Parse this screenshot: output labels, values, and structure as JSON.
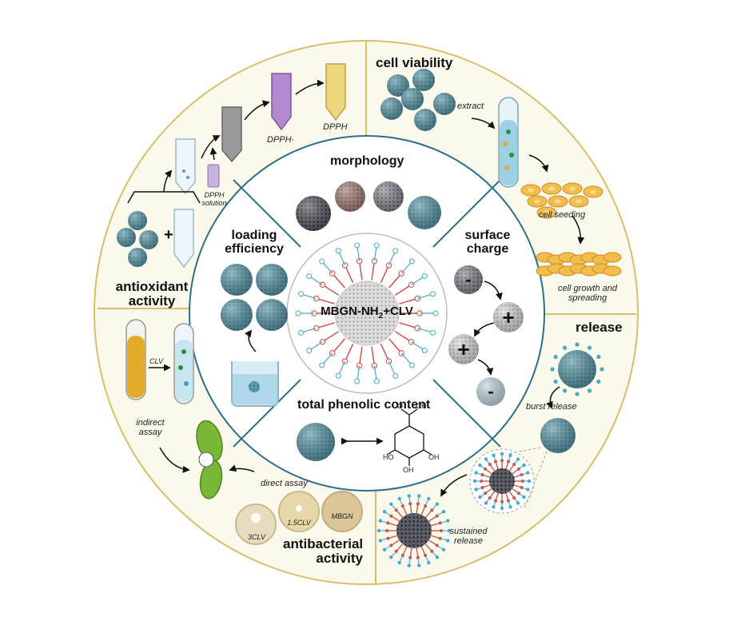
{
  "sections": {
    "cell_viability": "cell viability",
    "antioxidant_line1": "antioxidant",
    "antioxidant_line2": "activity",
    "release": "release",
    "antibacterial_line1": "antibacterial",
    "antibacterial_line2": "activity",
    "morphology": "morphology",
    "loading_line1": "loading",
    "loading_line2": "efficiency",
    "surface_line1": "surface",
    "surface_line2": "charge",
    "total_phenolic": "total phenolic content",
    "center_main": "MBGN-NH",
    "center_sub": "2",
    "center_tail": "+CLV"
  },
  "annotations": {
    "extract": "extract",
    "cell_seeding": "cell seeding",
    "cell_growth_1": "cell growth and",
    "cell_growth_2": "spreading",
    "dpph_radical": "DPPH·",
    "dpph": "DPPH",
    "dpph_solution_1": "DPPH",
    "dpph_solution_2": "solution",
    "clv": "CLV",
    "indirect_1": "indirect",
    "indirect_2": "assay",
    "direct_assay": "direct assay",
    "burst_release": "burst release",
    "sustained_1": "sustained",
    "sustained_2": "release",
    "plate_3clv": "3CLV",
    "plate_15clv": "1.5CLV",
    "plate_mbgn": "MBGN",
    "oh": "OH",
    "ho": "HO",
    "o": "O"
  },
  "colors": {
    "outer_ring": "#fbf8ec",
    "outer_border": "#d9bf6a",
    "inner_ring": "#ffffff",
    "inner_border": "#2c6f8a",
    "particle": "#5b9bab",
    "particle_dark": "#3e7b8b",
    "core_grey": "#6d6d72",
    "ligand_red": "#d14b3f",
    "ligand_blue": "#47a9cf",
    "cell_orange": "#f3bd4d",
    "bacteria_green": "#79b837"
  },
  "icons": [
    "arrow-icon",
    "plus-icon",
    "minus-icon",
    "tube-icon",
    "beaker-icon",
    "bacterium-icon",
    "petri-dish-icon",
    "particle-icon",
    "molecule-icon",
    "cell-icon"
  ]
}
